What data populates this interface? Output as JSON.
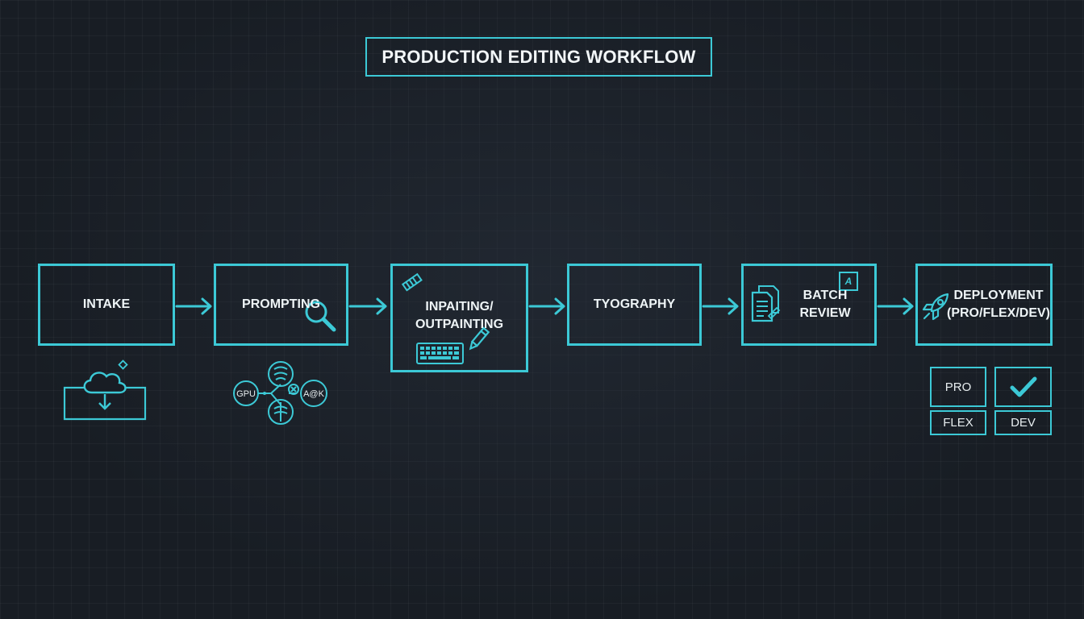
{
  "title": "PRODUCTION EDITING WORKFLOW",
  "colors": {
    "accent": "#3cc9d6",
    "background": "#181d24",
    "text": "#ffffff"
  },
  "steps": [
    {
      "label": "INTAKE"
    },
    {
      "label": "PROMPTING"
    },
    {
      "label_line1": "INPAITING/",
      "label_line2": "OUTPAINTING"
    },
    {
      "label": "TYOGRAPHY"
    },
    {
      "label": "BATCH REVIEW"
    },
    {
      "label_line1": "DEPLOYMENT",
      "label_line2": "(PRO/FLEX/DEV)"
    }
  ],
  "prompting_nodes": {
    "left": "GPU",
    "right": "A@K"
  },
  "batch_badge": "A",
  "tiers": {
    "pro": "PRO",
    "flex": "FLEX",
    "dev": "DEV"
  },
  "icons": [
    "cloud-upload-icon",
    "magnifier-icon",
    "node-network-icon",
    "brush-icon",
    "keyboard-icon",
    "pencil-icon",
    "document-stack-icon",
    "badge-icon",
    "rocket-icon",
    "checkmark-icon"
  ]
}
